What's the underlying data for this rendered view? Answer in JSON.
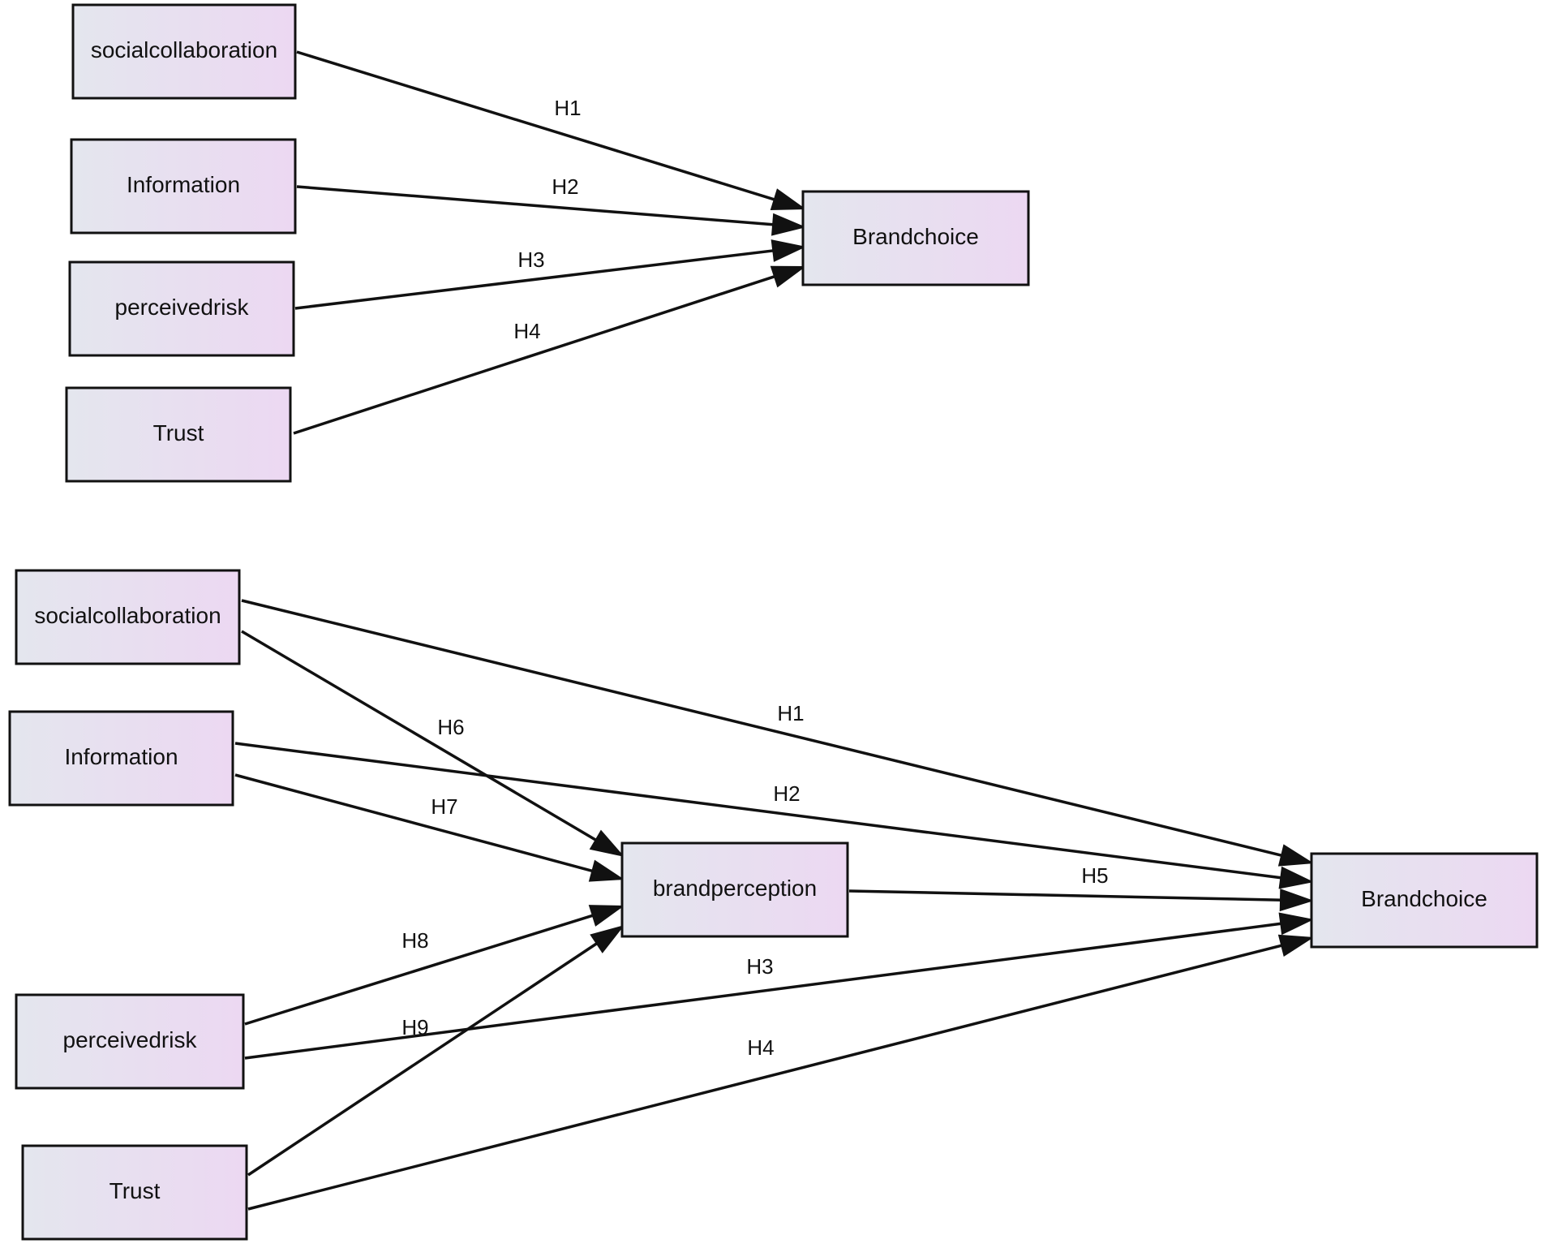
{
  "colors": {
    "node_fill_left": "#e4e6ee",
    "node_fill_right": "#ecd8f2",
    "stroke": "#111111",
    "background": "#ffffff"
  },
  "diagrams": [
    {
      "nodes": [
        {
          "id": "social1",
          "label": "socialcollaboration"
        },
        {
          "id": "info1",
          "label": "Information"
        },
        {
          "id": "risk1",
          "label": "perceivedrisk"
        },
        {
          "id": "trust1",
          "label": "Trust"
        },
        {
          "id": "brand1",
          "label": "Brandchoice"
        }
      ],
      "edges": [
        {
          "from": "social1",
          "to": "brand1",
          "label": "H1"
        },
        {
          "from": "info1",
          "to": "brand1",
          "label": "H2"
        },
        {
          "from": "risk1",
          "to": "brand1",
          "label": "H3"
        },
        {
          "from": "trust1",
          "to": "brand1",
          "label": "H4"
        }
      ]
    },
    {
      "nodes": [
        {
          "id": "social2",
          "label": "socialcollaboration"
        },
        {
          "id": "info2",
          "label": "Information"
        },
        {
          "id": "perc2",
          "label": "brandperception"
        },
        {
          "id": "risk2",
          "label": "perceivedrisk"
        },
        {
          "id": "trust2",
          "label": "Trust"
        },
        {
          "id": "brand2",
          "label": "Brandchoice"
        }
      ],
      "edges": [
        {
          "from": "social2",
          "to": "brand2",
          "label": "H1"
        },
        {
          "from": "info2",
          "to": "brand2",
          "label": "H2"
        },
        {
          "from": "risk2",
          "to": "brand2",
          "label": "H3"
        },
        {
          "from": "trust2",
          "to": "brand2",
          "label": "H4"
        },
        {
          "from": "perc2",
          "to": "brand2",
          "label": "H5"
        },
        {
          "from": "social2",
          "to": "perc2",
          "label": "H6"
        },
        {
          "from": "info2",
          "to": "perc2",
          "label": "H7"
        },
        {
          "from": "risk2",
          "to": "perc2",
          "label": "H8"
        },
        {
          "from": "trust2",
          "to": "perc2",
          "label": "H9"
        }
      ]
    }
  ]
}
